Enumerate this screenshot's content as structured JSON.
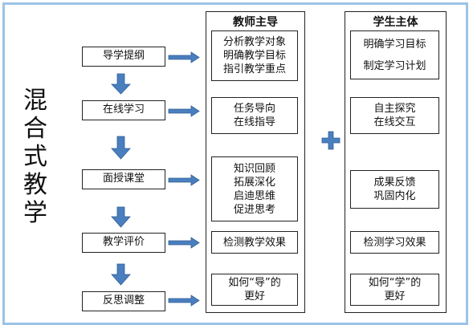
{
  "title_chars": [
    "混",
    "合",
    "式",
    "教",
    "学"
  ],
  "steps": [
    "导学提纲",
    "在线学习",
    "面授课堂",
    "教学评价",
    "反思调整"
  ],
  "teacher": {
    "header": "教师主导",
    "boxes": [
      [
        "分析教学对象",
        "明确教学目标",
        "指引教学重点"
      ],
      [
        "任务导向",
        "在线指导"
      ],
      [
        "知识回顾",
        "拓展深化",
        "启迪思维",
        "促进思考"
      ],
      [
        "检测教学效果"
      ],
      [
        "如何“导”的",
        "更好"
      ]
    ]
  },
  "student": {
    "header": "学生主体",
    "boxes": [
      [
        "明确学习目标",
        "制定学习计划"
      ],
      [
        "自主探究",
        "在线交互"
      ],
      [
        "成果反馈",
        "巩固内化"
      ],
      [
        "检测学习效果"
      ],
      [
        "如何“学”的",
        "更好"
      ]
    ]
  },
  "colors": {
    "arrow": "#4a7fbf",
    "frame": "#9cc3e6",
    "plus": "#4a7fbf"
  }
}
